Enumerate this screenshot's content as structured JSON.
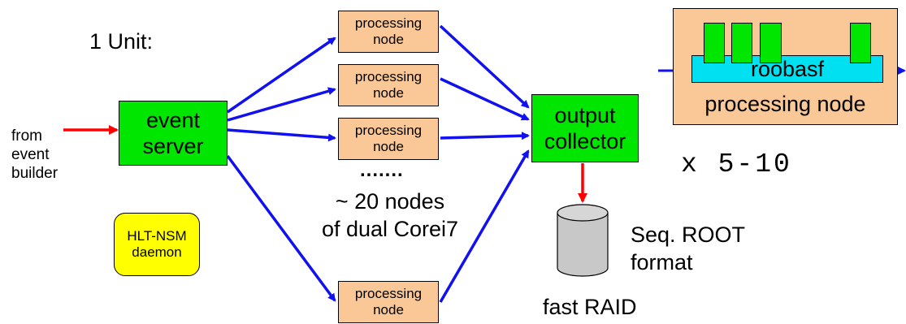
{
  "unit_label": "1 Unit:",
  "input": {
    "from_label": "from event builder",
    "lines": [
      "from",
      "event",
      "builder"
    ]
  },
  "event_server": {
    "lines": [
      "event",
      "server"
    ]
  },
  "processing_nodes": [
    {
      "lines": [
        "processing",
        "node"
      ]
    },
    {
      "lines": [
        "processing",
        "node"
      ]
    },
    {
      "lines": [
        "processing",
        "node"
      ]
    },
    {
      "lines": [
        "processing",
        "node"
      ]
    }
  ],
  "dots": ".......",
  "nodes_note": {
    "lines": [
      "~ 20 nodes",
      "of dual Corei7"
    ]
  },
  "output_collector": {
    "lines": [
      "output",
      "collector"
    ]
  },
  "hlt_nsm": {
    "lines": [
      "HLT-NSM",
      "daemon"
    ]
  },
  "storage": {
    "format_lines": [
      "Seq. ROOT",
      "format"
    ],
    "raid_label": "fast RAID"
  },
  "inset": {
    "framework": "roobasf",
    "caption": "processing node"
  },
  "multiplier": "x 5-10",
  "colors": {
    "green": "#00e600",
    "orange": "#f9c896",
    "cyan": "#00e0f0",
    "yellow": "#ffff00",
    "blue_arrow": "#1010f0",
    "red_arrow": "#ff0000",
    "disk_gray": "#c8c8c8"
  }
}
